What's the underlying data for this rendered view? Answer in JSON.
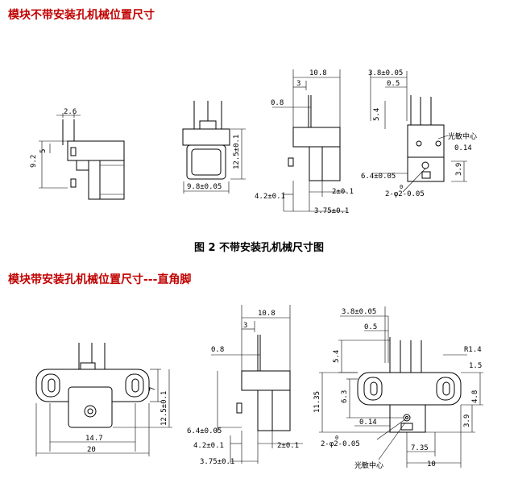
{
  "heading1": "模块不带安装孔机械位置尺寸",
  "heading2": "模块带安装孔机械位置尺寸---直角脚",
  "caption1": "图 2  不带安装孔机械尺寸图",
  "top": {
    "side_small": {
      "d1": "2.6",
      "d2": "5",
      "d3": "9.2"
    },
    "front": {
      "width": "9.8±0.05",
      "height": "12.5±0.1"
    },
    "side": {
      "total": "10.8",
      "d3": "3",
      "d08": "0.8",
      "d42": "4.2±0.1",
      "d2": "2±0.1",
      "d375": "3.75±0.1"
    },
    "detail": {
      "d38": "3.8±0.05",
      "d05": "0.5",
      "d54": "5.4",
      "label_center": "光敏中心",
      "d014": "0.14",
      "d64": "6.4±0.05",
      "d39": "3.9",
      "hole": "2-φ2-0.05",
      "hole_sup": "0"
    }
  },
  "bottom": {
    "front": {
      "h7": "7",
      "height": "12.5±0.1",
      "w147": "14.7",
      "w20": "20"
    },
    "side": {
      "total": "10.8",
      "d3": "3",
      "d08": "0.8",
      "d64": "6.4±0.05",
      "d42": "4.2±0.1",
      "d2": "2±0.1",
      "d375": "3.75±0.1"
    },
    "detail": {
      "d38": "3.8±0.05",
      "d05": "0.5",
      "r14": "R1.4",
      "d15": "1.5",
      "d54": "5.4",
      "d63": "6.3",
      "d48": "4.8",
      "d1135": "11.35",
      "d014": "0.14",
      "d39": "3.9",
      "hole": "2-φ2-0.05",
      "hole_sup": "0",
      "d735": "7.35",
      "label_center": "光敏中心",
      "d10": "10"
    }
  }
}
